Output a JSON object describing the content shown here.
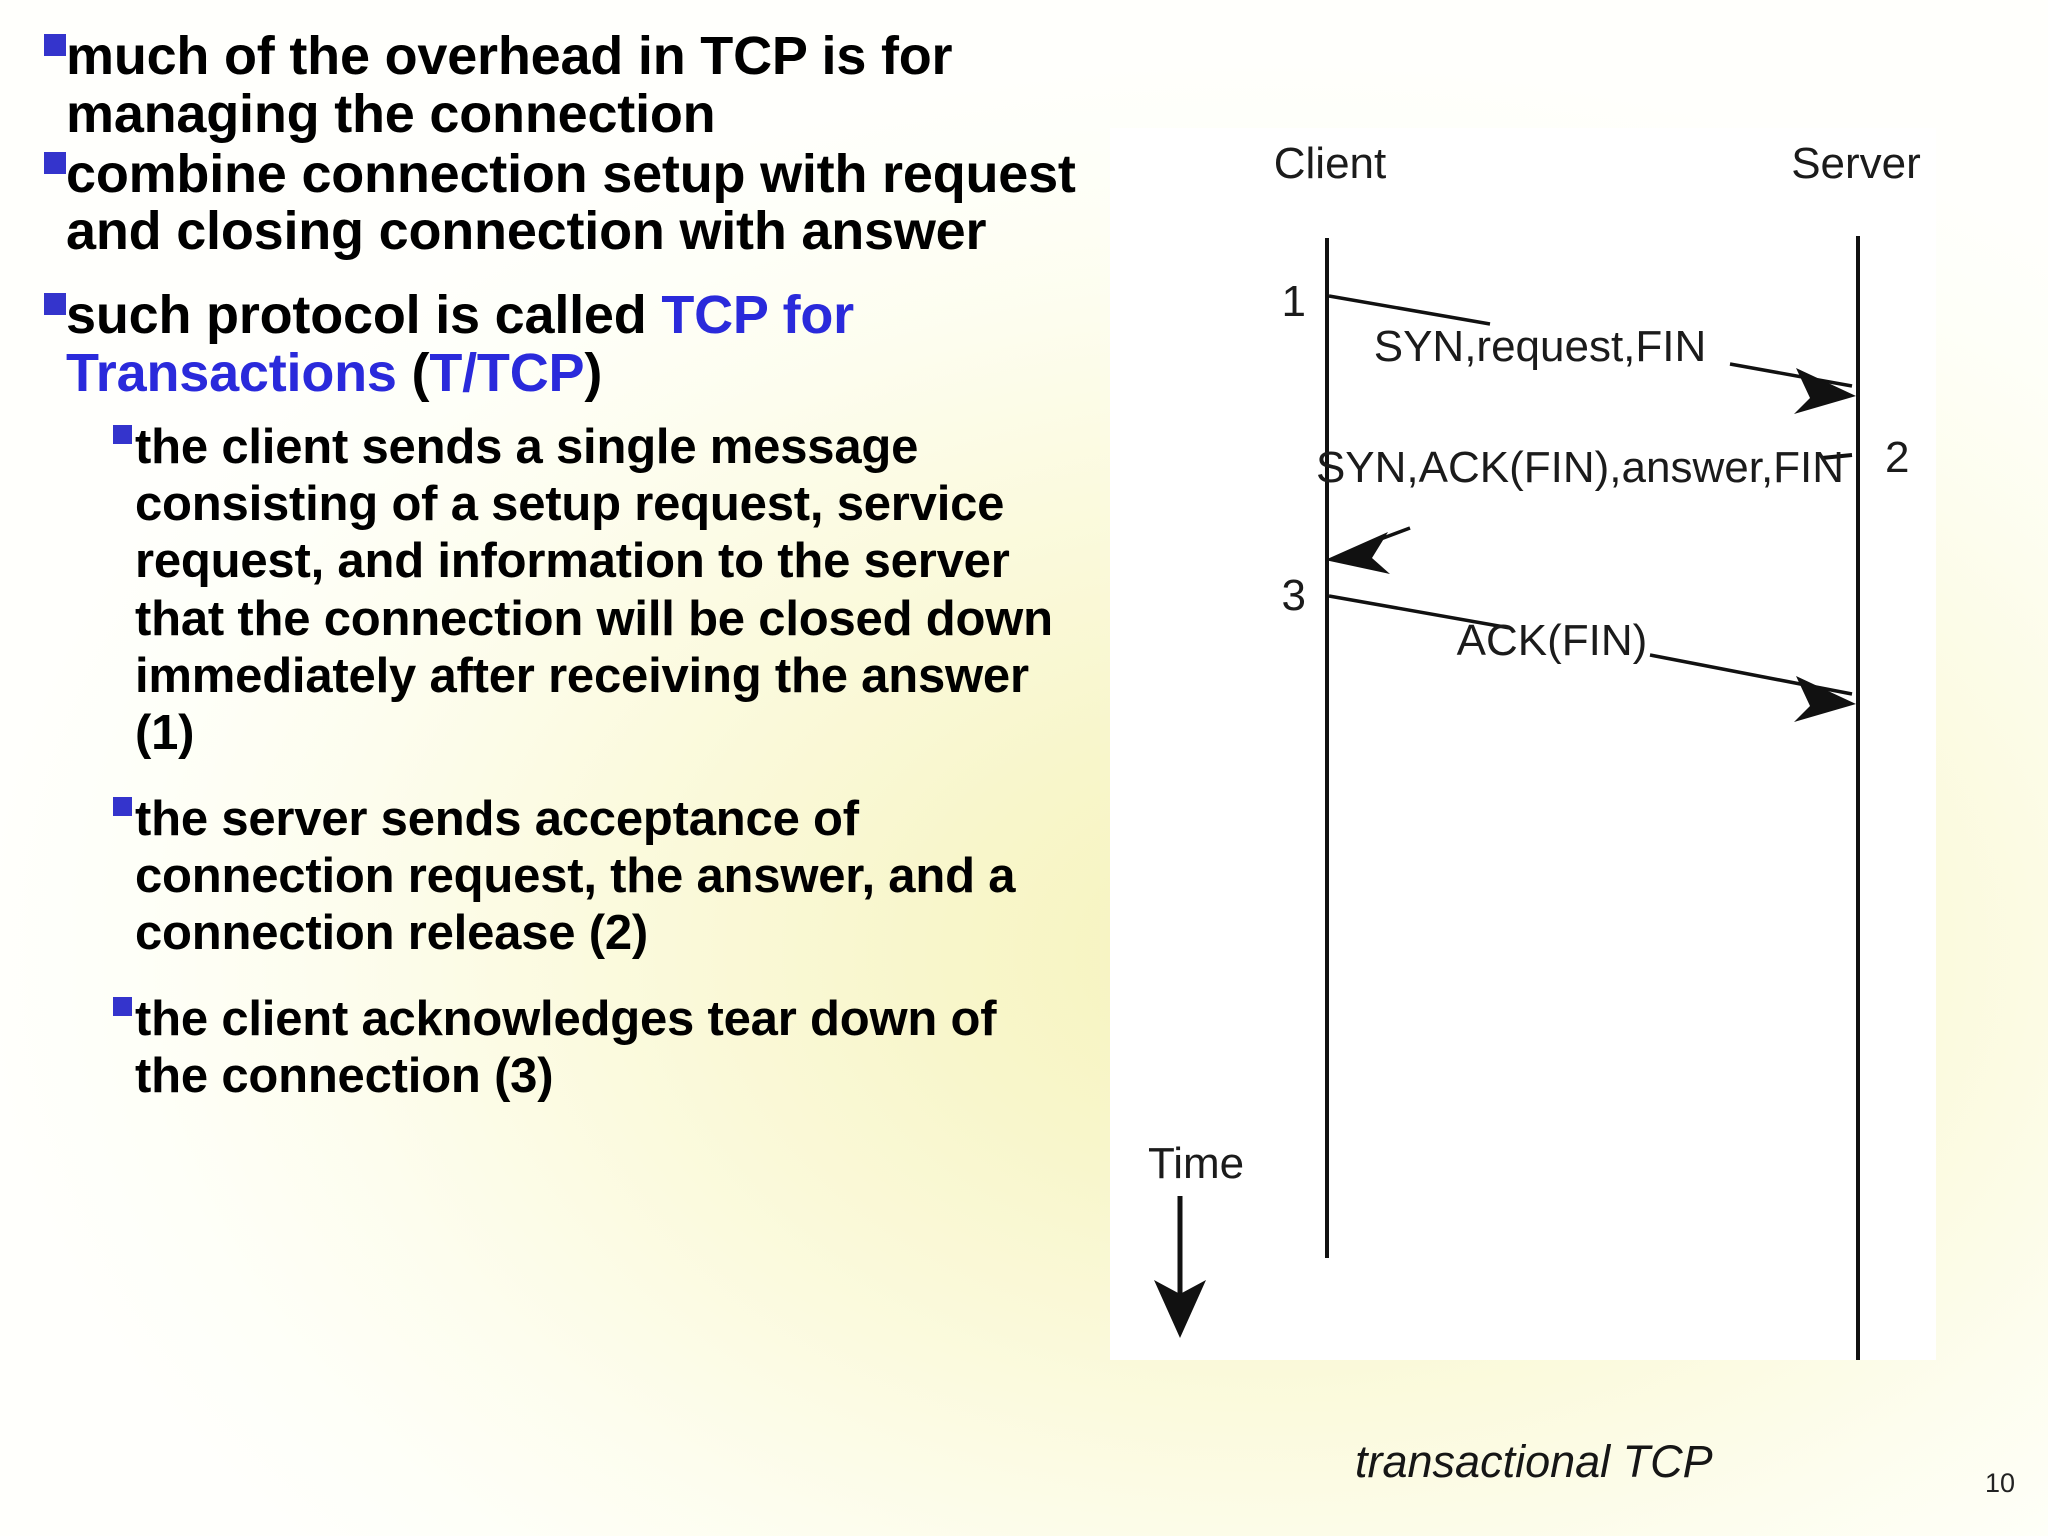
{
  "slide": {
    "background_start": "#fffff7",
    "background_mid": "#f6f3bc",
    "bullet_color": "#3434cc",
    "accent_color": "#2a2adb",
    "page_number": "10"
  },
  "bullets": [
    {
      "level": 1,
      "segments": [
        {
          "text": "much of the overhead in TCP is for managing the connection",
          "color": "black"
        }
      ]
    },
    {
      "level": 1,
      "segments": [
        {
          "text": "combine connection setup with request and closing connection with answer",
          "color": "black"
        }
      ]
    },
    {
      "level": 1,
      "segments": [
        {
          "text": "such protocol is called ",
          "color": "black"
        },
        {
          "text": "TCP for Transactions",
          "color": "blue"
        },
        {
          "text": " (",
          "color": "black"
        },
        {
          "text": "T/TCP",
          "color": "blue"
        },
        {
          "text": ")",
          "color": "black"
        }
      ]
    },
    {
      "level": 2,
      "segments": [
        {
          "text": "the client sends a single message consisting of a setup request, service request, and information to the server that the connection will be closed down immediately after receiving the answer (1)",
          "color": "black"
        }
      ]
    },
    {
      "level": 2,
      "segments": [
        {
          "text": "the server sends acceptance of connection request, the answer, and a connection release (2)",
          "color": "black"
        }
      ]
    },
    {
      "level": 2,
      "segments": [
        {
          "text": "the client acknowledges tear down of the connection (3)",
          "color": "black"
        }
      ]
    }
  ],
  "figure": {
    "caption": "transactional TCP",
    "client_label": "Client",
    "server_label": "Server",
    "time_label": "Time",
    "step_markers": [
      {
        "id": "1",
        "label": "1",
        "side": "client"
      },
      {
        "id": "2",
        "label": "2",
        "side": "server"
      },
      {
        "id": "3",
        "label": "3",
        "side": "client"
      }
    ],
    "messages": [
      {
        "label": "SYN,request,FIN",
        "from": "client",
        "to": "server",
        "step": "1"
      },
      {
        "label": "SYN,ACK(FIN),answer,FIN",
        "from": "server",
        "to": "client",
        "step": "2"
      },
      {
        "label": "ACK(FIN)",
        "from": "client",
        "to": "server",
        "step": "3"
      }
    ]
  }
}
